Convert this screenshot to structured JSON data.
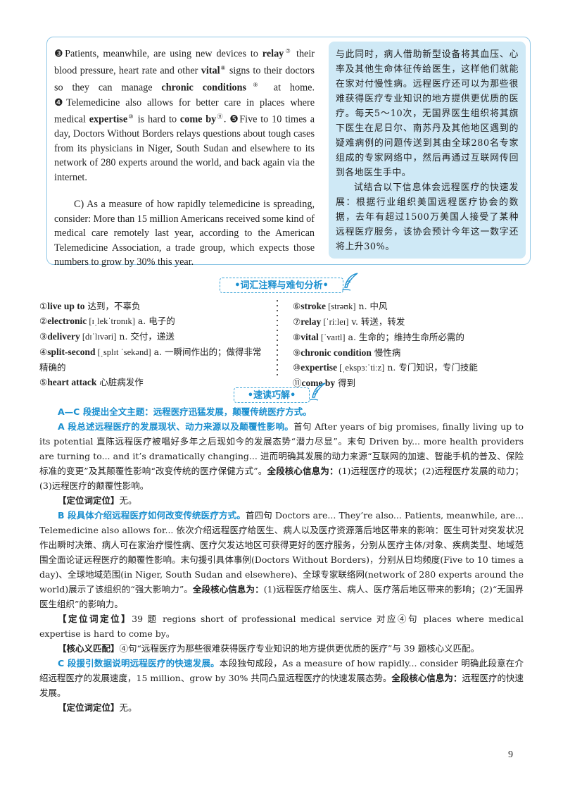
{
  "passage": {
    "para_b_en": [
      {
        "t": "❸"
      },
      {
        "t": "Patients, meanwhile, are using new devices to "
      },
      {
        "b": "relay"
      },
      {
        "s": "⑦"
      },
      {
        "t": " their blood pressure, heart rate and other "
      },
      {
        "b": "vital"
      },
      {
        "s": "⑧"
      },
      {
        "t": " signs to their doctors so they can manage "
      },
      {
        "b": "chronic conditions"
      },
      {
        "s": "⑨"
      },
      {
        "t": " at home. "
      },
      {
        "t": "❹"
      },
      {
        "t": "Telemedicine also allows for better care in places where medical "
      },
      {
        "b": "expertise"
      },
      {
        "s": "⑩"
      },
      {
        "t": " is hard to "
      },
      {
        "b": "come by"
      },
      {
        "s": "⑪"
      },
      {
        "t": ". "
      },
      {
        "t": "❺"
      },
      {
        "t": "Five to 10 times a day, Doctors Without Borders relays questions about tough cases from its physicians in Niger, South Sudan and elsewhere to its network of 280 experts around the world, and back again via the internet."
      }
    ],
    "para_c_en": "C) As a measure of how rapidly telemedicine is spreading, consider: More than 15 million Americans received some kind of medical care remotely last year, according to the American Telemedicine Association, a trade group, which expects those numbers to grow by 30% this year.",
    "trans_1": "与此同时，病人借助新型设备将其血压、心率及其他生命体征传给医生，这样他们就能在家对付慢性病。远程医疗还可以为那些很难获得医疗专业知识的地方提供更优质的医疗。每天5～10次，无国界医生组织将其旗下医生在尼日尔、南苏丹及其他地区遇到的疑难病例的问题传送到其由全球280名专家组成的专家网络中，然后再通过互联网传回到各地医生手中。",
    "trans_2": "试结合以下信息体会远程医疗的快速发展：根据行业组织美国远程医疗协会的数据，去年有超过1500万美国人接受了某种远程医疗服务，该协会预计今年这一数字还将上升30%。"
  },
  "vocab_banner": "•词汇注释与难句分析•",
  "vocab_left": [
    {
      "n": "①",
      "w": "live up to",
      "d": "达到，不辜负"
    },
    {
      "n": "②",
      "w": "electronic",
      "p": "[ɪˌlekˈtrɒnɪk]",
      "d": "a. 电子的"
    },
    {
      "n": "③",
      "w": "delivery",
      "p": "[dɪˈlɪvəri]",
      "d": "n. 交付，递送"
    },
    {
      "n": "④",
      "w": "split-second",
      "p": "[ˌsplɪt ˈsekənd]",
      "d": "a. 一瞬间作出的；做得非常精确的"
    },
    {
      "n": "⑤",
      "w": "heart attack",
      "d": "心脏病发作"
    }
  ],
  "vocab_right": [
    {
      "n": "⑥",
      "w": "stroke",
      "p": "[strəʊk]",
      "d": "n. 中风"
    },
    {
      "n": "⑦",
      "w": "relay",
      "p": "[ˈriːleɪ]",
      "d": "v. 转送，转发"
    },
    {
      "n": "⑧",
      "w": "vital",
      "p": "[ˈvaɪtl]",
      "d": "a. 生命的；维持生命所必需的"
    },
    {
      "n": "⑨",
      "w": "chronic condition",
      "d": "慢性病"
    },
    {
      "n": "⑩",
      "w": "expertise",
      "p": "[ˌekspɜːˈtiːz]",
      "d": "n. 专门知识，专门技能"
    },
    {
      "n": "⑪",
      "w": "come by",
      "d": "得到"
    }
  ],
  "speed_banner": "•速读巧解•",
  "analysis": {
    "head": "A—C 段提出全文主题：远程医疗迅猛发展，颠覆传统医疗方式。",
    "a_head": "A 段总述远程医疗的发展现状、动力来源以及颠覆性影响。",
    "a_body": "首句 After years of big promises, finally living up to its potential 直陈远程医疗被唱好多年之后现如今的发展态势“潜力尽显”。末句 Driven by... more health providers are turning to... and it’s dramatically changing... 进而明确其发展的动力来源“互联网的加速、智能手机的普及、保险标准的变更”及其颠覆性影响“改变传统的医疗保健方式”。",
    "a_core_label": "全段核心信息为：",
    "a_core": "(1)远程医疗的现状；(2)远程医疗发展的动力；(3)远程医疗的颠覆性影响。",
    "loc_label": "【定位词定位】",
    "none": "无。",
    "b_head": "B 段具体介绍远程医疗如何改变传统医疗方式。",
    "b_body": "首四句 Doctors are... They’re also... Patients, meanwhile, are... Telemedicine also allows for... 依次介绍远程医疗给医生、病人以及医疗资源落后地区带来的影响：医生可针对突发状况作出瞬时决策、病人可在家治疗慢性病、医疗欠发达地区可获得更好的医疗服务，分别从医疗主体/对象、疾病类型、地域范围全面论证远程医疗的颠覆性影响。末句援引具体事例(Doctors Without Borders)，分别从日均频度(Five to 10 times a day)、全球地域范围(in Niger, South Sudan and elsewhere)、全球专家联络网(network of 280 experts around the world)展示了该组织的“强大影响力”。",
    "b_core_label": "全段核心信息为：",
    "b_core": "(1)远程医疗给医生、病人、医疗落后地区带来的影响；(2)“无国界医生组织”的影响力。",
    "b_loc": "39 题 regions short of professional medical service 对应④句 places where medical expertise is hard to come by。",
    "match_label": "【核心义匹配】",
    "b_match": "④句“远程医疗为那些很难获得医疗专业知识的地方提供更优质的医疗”与 39 题核心义匹配。",
    "c_head": "C 段援引数据说明远程医疗的快速发展。",
    "c_body": "本段独句成段，As a measure of how rapidly... consider 明确此段意在介绍远程医疗的发展速度，15 million、grow by 30% 共同凸显远程医疗的快速发展态势。",
    "c_core_label": "全段核心信息为：",
    "c_core": "远程医疗的快速发展。"
  },
  "page_number": "9",
  "colors": {
    "accent": "#1a8fcf",
    "box_fill": "#cfe9f6",
    "box_border": "#8fc7e6"
  }
}
